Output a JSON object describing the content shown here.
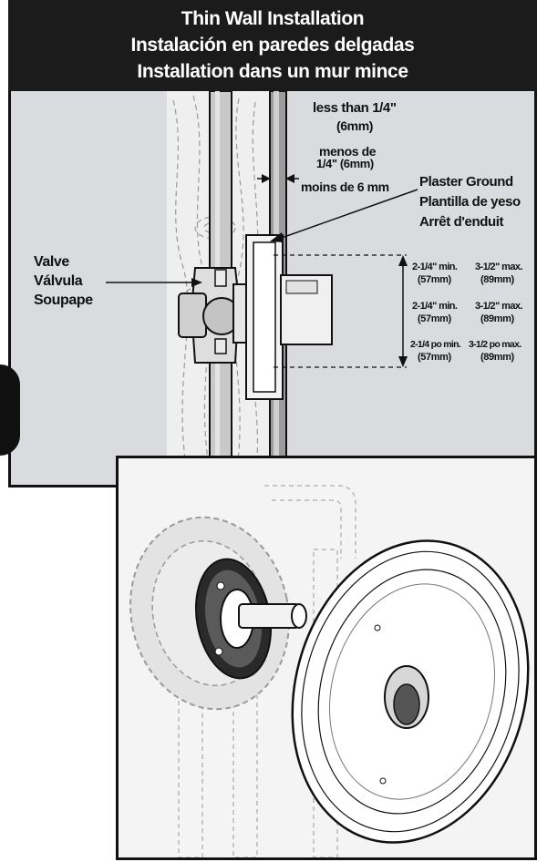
{
  "header": {
    "line1": "Thin Wall Installation",
    "line2": "Instalación en paredes delgadas",
    "line3": "Installation dans un mur mince"
  },
  "wall_note": {
    "en": "less than 1/4\"",
    "en_metric": "(6mm)",
    "es_1": "menos de",
    "es_2": "1/4\" (6mm)",
    "fr": "moins de 6 mm"
  },
  "plaster_ground": {
    "en": "Plaster Ground",
    "es": "Plantilla de yeso",
    "fr": "Arrêt d'enduit"
  },
  "valve": {
    "en": "Valve",
    "es": "Válvula",
    "fr": "Soupape"
  },
  "dimensions": {
    "row1_min": "2-1/4\" min.",
    "row1_min_metric": "(57mm)",
    "row1_max": "3-1/2\" max.",
    "row1_max_metric": "(89mm)",
    "row2_min": "2-1/4\" min.",
    "row2_min_metric": "(57mm)",
    "row2_max": "3-1/2\" max.",
    "row2_max_metric": "(89mm)",
    "row3_min": "2-1/4 po min.",
    "row3_min_metric": "(57mm)",
    "row3_max": "3-1/2 po max.",
    "row3_max_metric": "(89mm)"
  },
  "colors": {
    "header_bg": "#1b1b1b",
    "panel_bg": "#d9dbde",
    "wall_stud": "#ececec",
    "line": "#111111"
  }
}
